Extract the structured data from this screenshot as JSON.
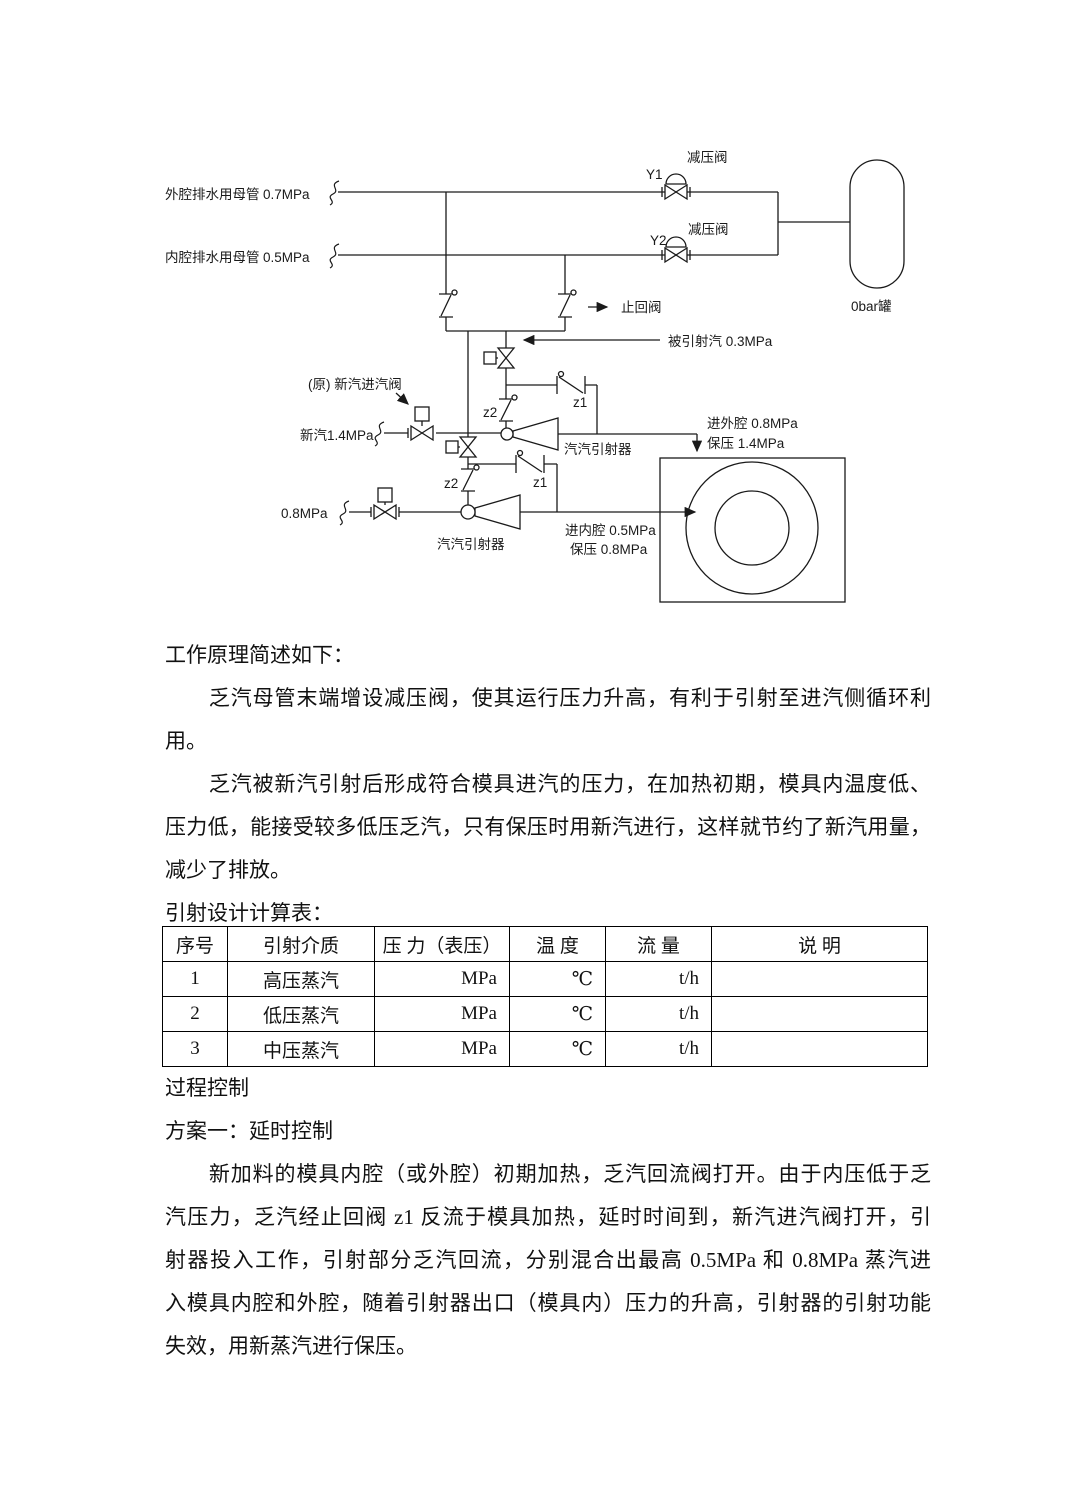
{
  "body": {
    "l1": "工作原理简述如下：",
    "l2": "　　乏汽母管末端增设减压阀，使其运行压力升高，有利于引射至进汽侧循环利",
    "l3": "用。",
    "l4": "　　乏汽被新汽引射后形成符合模具进汽的压力，在加热初期，模具内温度低、",
    "l5": "压力低，能接受较多低压乏汽，只有保压时用新汽进行，这样就节约了新汽用量，",
    "l6": "减少了排放。",
    "l7": "引射设计计算表：",
    "l9": "过程控制",
    "l10": "方案一：延时控制",
    "l11": "　　新加料的模具内腔（或外腔）初期加热，乏汽回流阀打开。由于内压低于乏",
    "l12": "汽压力，乏汽经止回阀 z1 反流于模具加热，延时时间到，新汽进汽阀打开，引",
    "l13": "射器投入工作，引射部分乏汽回流，分别混合出最高 0.5MPa 和 0.8MPa 蒸汽进",
    "l14": "入模具内腔和外腔，随着引射器出口（模具内）压力的升高，引射器的引射功能",
    "l15": "失效，用新蒸汽进行保压。"
  },
  "table": {
    "headers": [
      "序号",
      "引射介质",
      "压 力（表压）",
      "温  度",
      "流  量",
      "说  明"
    ],
    "rows": [
      [
        "1",
        "高压蒸汽",
        "MPa",
        "℃",
        "t/h",
        ""
      ],
      [
        "2",
        "低压蒸汽",
        "MPa",
        "℃",
        "t/h",
        ""
      ],
      [
        "3",
        "中压蒸汽",
        "MPa",
        "℃",
        "t/h",
        ""
      ]
    ]
  },
  "diagram": {
    "header1": "外腔排水用母管",
    "header1_p": "0.7MPa",
    "header2": "内腔排水用母管",
    "header2_p": "0.5MPa",
    "y1": "Y1",
    "y1_valve": "减压阀",
    "y2": "Y2",
    "y2_valve": "减压阀",
    "tank": "0bar罐",
    "check_valve": "止回阀",
    "suction": "被引射汽  0.3MPa",
    "orig_valve": "(原) 新汽进汽阀",
    "fresh": "新汽1.4MPa",
    "z2_upper": "z2",
    "z1_upper": "z1",
    "ejector1": "汽汽引射器",
    "z2_lower": "z2",
    "z1_lower": "z1",
    "lp": "0.8MPa",
    "ejector2": "汽汽引射器",
    "outer_in": "进外腔 0.8MPa",
    "outer_hold": "保压    1.4MPa",
    "inner_in": "进内腔 0.5MPa",
    "inner_hold": "保压    0.8MPa"
  }
}
